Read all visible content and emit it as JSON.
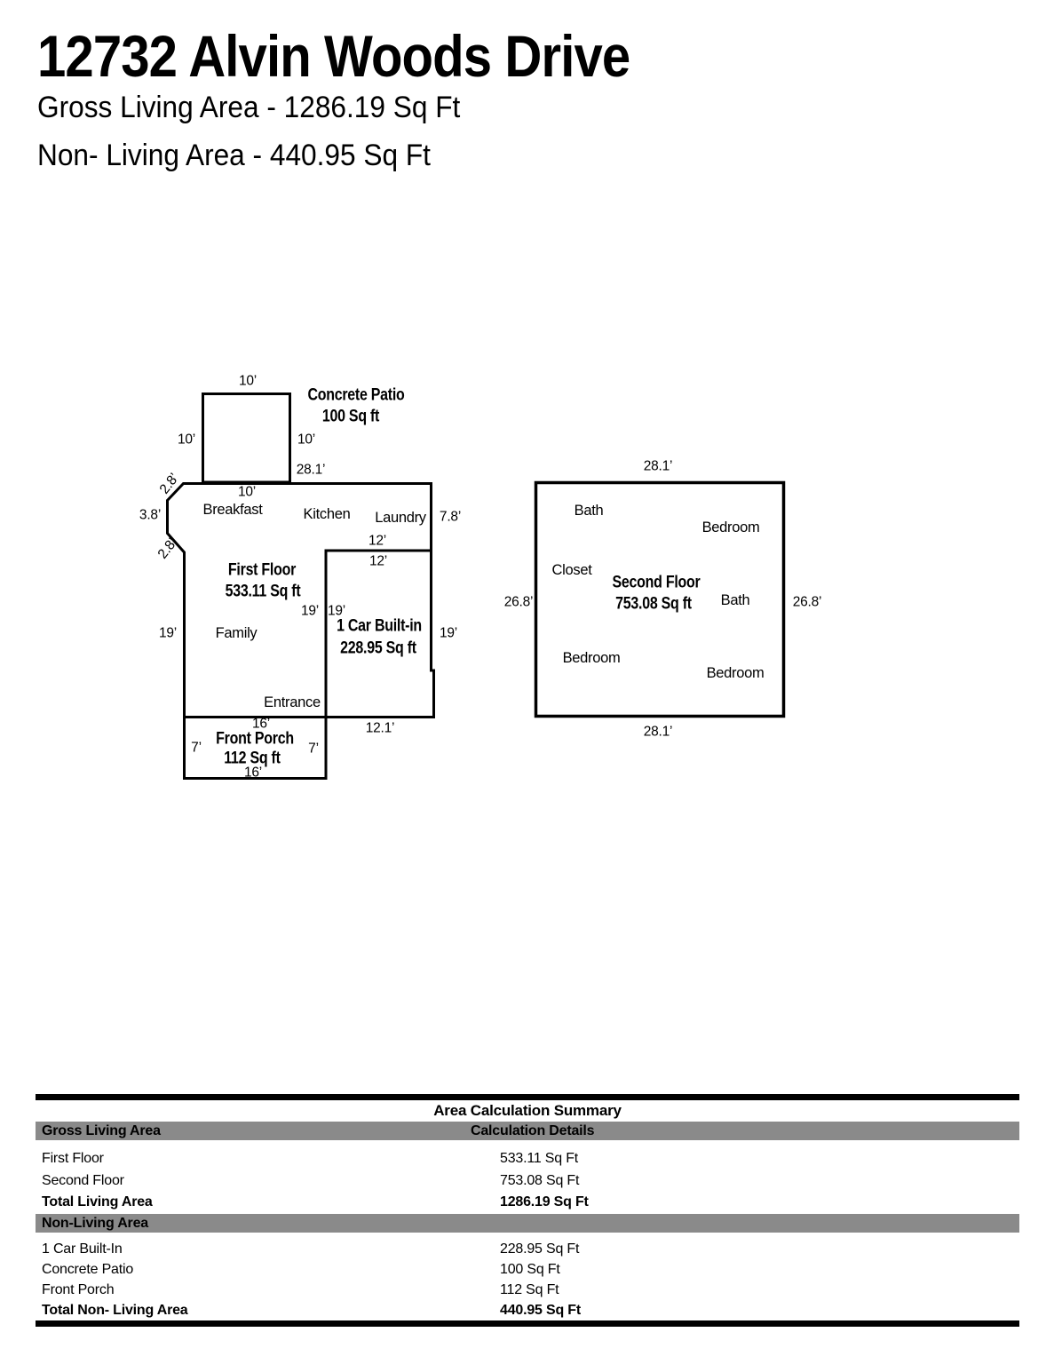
{
  "header": {
    "title": "12732 Alvin Woods Drive",
    "subtitle1": "Gross Living Area - 1286.19 Sq Ft",
    "subtitle2": "Non- Living Area - 440.95 Sq Ft"
  },
  "plan": {
    "patio": {
      "name": "Concrete Patio",
      "area": "100 Sq ft",
      "dim_top": "10’",
      "dim_left": "10’",
      "dim_right": "10’",
      "dim_bottom": "10’"
    },
    "first": {
      "title": "First Floor",
      "area": "533.11 Sq ft",
      "dim_top": "28.1’",
      "chamfer_upper": "2.8’",
      "dim_left_upper": "3.8’",
      "chamfer_lower": "2.8’",
      "dim_left": "19’",
      "dim_right_upper": "7.8’",
      "dim_right_lower": "19’",
      "room_breakfast": "Breakfast",
      "room_kitchen": "Kitchen",
      "room_laundry": "Laundry",
      "room_family": "Family",
      "room_entrance": "Entrance",
      "garage_title": "1 Car Built-in",
      "garage_area": "228.95 Sq ft",
      "dim_garage_top_outer": "12’",
      "dim_garage_top_inner": "12’",
      "dim_garage_left_outer": "19’",
      "dim_garage_left_inner": "19’",
      "dim_garage_bottom": "12.1’",
      "porch_title": "Front Porch",
      "porch_area": "112 Sq ft",
      "porch_dim_top": "16’",
      "porch_dim_bottom": "16’",
      "porch_dim_left": "7’",
      "porch_dim_right": "7’"
    },
    "second": {
      "title": "Second Floor",
      "area": "753.08 Sq ft",
      "dim_top": "28.1’",
      "dim_bottom": "28.1’",
      "dim_left": "26.8’",
      "dim_right": "26.8’",
      "room_bath1": "Bath",
      "room_bedroom1": "Bedroom",
      "room_closet": "Closet",
      "room_bath2": "Bath",
      "room_bedroom2": "Bedroom",
      "room_bedroom3": "Bedroom"
    }
  },
  "table": {
    "title": "Area Calculation Summary",
    "living_header": "Gross Living Area",
    "details_header": "Calculation Details",
    "rows_living": [
      {
        "label": "First Floor",
        "value": "533.11 Sq Ft"
      },
      {
        "label": "Second Floor",
        "value": "753.08 Sq Ft"
      }
    ],
    "total_living": {
      "label": "Total Living Area",
      "value": "1286.19 Sq Ft"
    },
    "nonliving_header": "Non-Living Area",
    "rows_nonliving": [
      {
        "label": "1 Car Built-In",
        "value": "228.95 Sq Ft"
      },
      {
        "label": "Concrete Patio",
        "value": "100 Sq Ft"
      },
      {
        "label": "Front Porch",
        "value": "112 Sq Ft"
      }
    ],
    "total_nonliving": {
      "label": "Total Non- Living Area",
      "value": "440.95 Sq Ft"
    }
  },
  "colors": {
    "section_gray": "#8a8a8a",
    "line_black": "#000000"
  }
}
